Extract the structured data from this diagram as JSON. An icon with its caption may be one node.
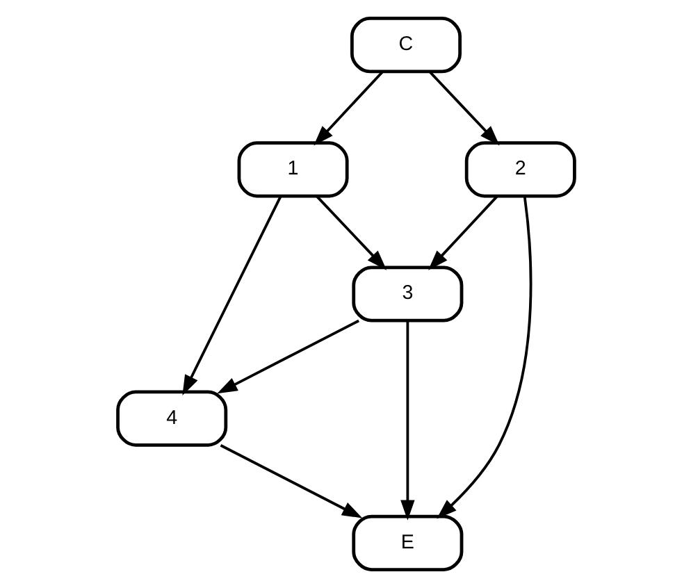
{
  "diagram": {
    "nodes": [
      {
        "text": [
          "C"
        ]
      },
      {
        "text": [
          "1"
        ]
      },
      {
        "text": [
          "2"
        ]
      },
      {
        "text": [
          "3"
        ]
      },
      {
        "text": [
          "4"
        ]
      },
      {
        "text": [
          "E"
        ]
      }
    ],
    "edges": [
      {
        "from": 0,
        "to": 1,
        "arrow": "to"
      },
      {
        "from": 0,
        "to": 2,
        "arrow": "to"
      },
      {
        "from": 1,
        "to": 3,
        "arrow": "to"
      },
      {
        "from": 1,
        "to": 4,
        "arrow": "to"
      },
      {
        "from": 2,
        "to": 3,
        "arrow": "to"
      },
      {
        "from": 2,
        "to": 5,
        "arrow": "to"
      },
      {
        "from": 3,
        "to": 4,
        "arrow": "to"
      },
      {
        "from": 3,
        "to": 5,
        "arrow": "to"
      },
      {
        "from": 4,
        "to": 5,
        "arrow": "to"
      }
    ]
  }
}
